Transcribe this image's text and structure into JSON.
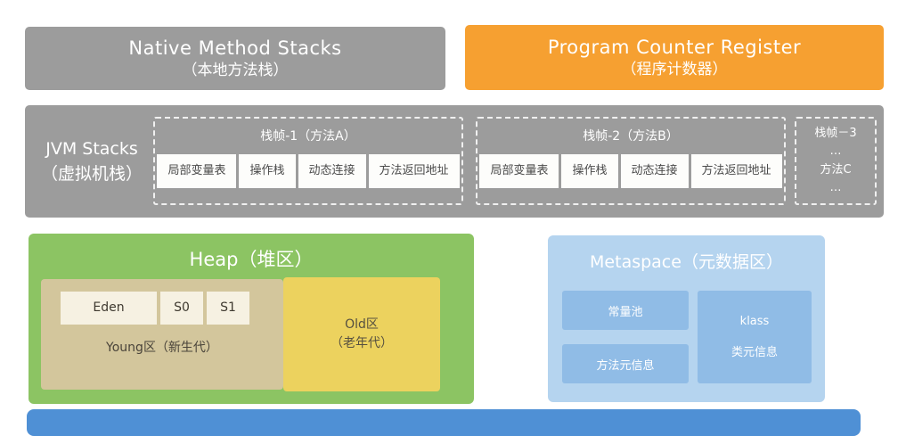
{
  "native_stacks": {
    "title": "Native Method Stacks",
    "subtitle": "（本地方法栈）"
  },
  "pc_register": {
    "title": "Program Counter Register",
    "subtitle": "（程序计数器）"
  },
  "jvm_stacks": {
    "label_line1": "JVM Stacks",
    "label_line2": "（虚拟机栈）",
    "frames": [
      {
        "title": "栈帧-1（方法A）",
        "cells": [
          "局部变量表",
          "操作栈",
          "动态连接",
          "方法返回地址"
        ]
      },
      {
        "title": "栈帧-2（方法B）",
        "cells": [
          "局部变量表",
          "操作栈",
          "动态连接",
          "方法返回地址"
        ]
      }
    ],
    "frame3": {
      "title": "栈帧－3",
      "dots_top": "…",
      "method": "方法C",
      "dots_bottom": "…"
    }
  },
  "heap": {
    "title": "Heap（堆区）",
    "young": {
      "cells": [
        "Eden",
        "S0",
        "S1"
      ],
      "label": "Young区（新生代）"
    },
    "old": {
      "line1": "Old区",
      "line2": "（老年代）"
    }
  },
  "metaspace": {
    "title": "Metaspace（元数据区）",
    "constant_pool": "常量池",
    "method_meta": "方法元信息",
    "klass_line1": "klass",
    "klass_line2": "类元信息"
  },
  "colors": {
    "gray": "#9c9c9c",
    "orange": "#f6a031",
    "green": "#8cc463",
    "tan": "#d3c69c",
    "cream": "#f6f1e2",
    "yellow": "#ecd25e",
    "light_blue": "#b5d4ef",
    "medium_blue": "#90bce6",
    "bottom_bar_blue": "#4f90d5"
  }
}
